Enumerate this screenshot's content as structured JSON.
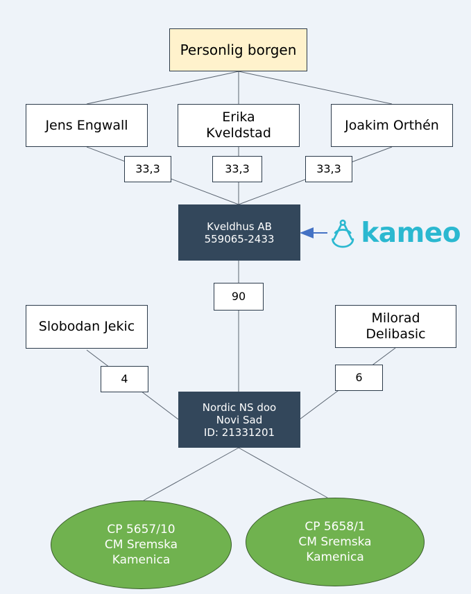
{
  "guarantee": {
    "label": "Personlig borgen"
  },
  "owners_top": [
    {
      "name": "Jens Engwall"
    },
    {
      "name": "Erika\nKveldstad"
    },
    {
      "name": "Joakim Orthén"
    }
  ],
  "top_shares": [
    "33,3",
    "33,3",
    "33,3"
  ],
  "holding": {
    "line1": "Kveldhus AB",
    "line2": "559065-2433"
  },
  "lender_logo": {
    "text": "kameo",
    "icon": "kameo-logo-icon",
    "color": "#2bb8d0"
  },
  "holding_share": "90",
  "owners_bottom": [
    {
      "name": "Slobodan Jekic",
      "share": "4"
    },
    {
      "name": "Milorad\nDelibasic",
      "share": "6"
    }
  ],
  "subsidiary": {
    "line1": "Nordic NS doo",
    "line2": "Novi Sad",
    "line3": "ID: 21331201"
  },
  "properties": [
    {
      "line1": "CP 5657/10",
      "line2": "CM Sremska",
      "line3": "Kamenica"
    },
    {
      "line1": "CP 5658/1",
      "line2": "CM Sremska",
      "line3": "Kamenica"
    }
  ],
  "colors": {
    "background": "#eef3f9",
    "dark_box": "#33475b",
    "top_box": "#fff2cc",
    "property": "#70b24f",
    "arrow": "#4472c4"
  }
}
